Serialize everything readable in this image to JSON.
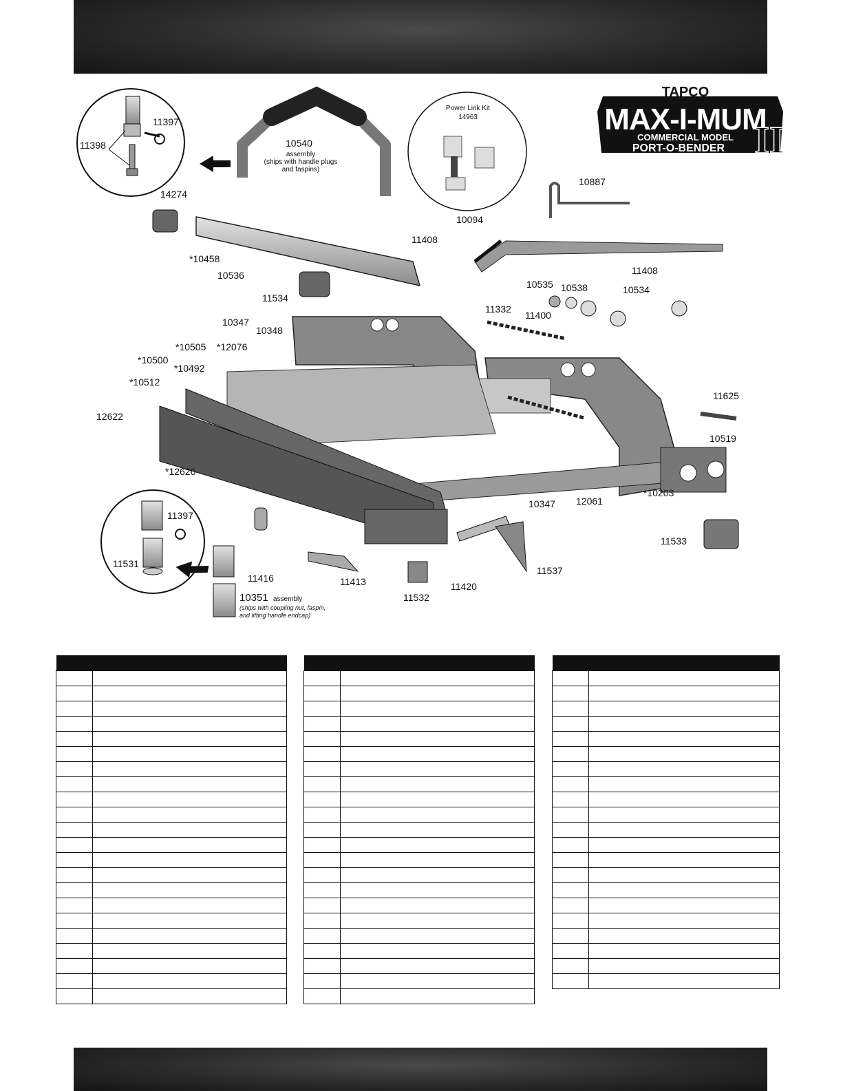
{
  "logo": {
    "brand": "TAPCO",
    "product": "MAX-I-MUM",
    "model": "COMMERCIAL MODEL",
    "name": "PORT-O-BENDER",
    "numeral": "II"
  },
  "power_link_kit": {
    "title": "Power Link Kit",
    "part": "14963"
  },
  "handle_assembly": {
    "part": "10540",
    "line1": "assembly",
    "line2": "(ships with handle plugs",
    "line3": "and faspins)"
  },
  "coupling_assembly": {
    "part": "10351",
    "suffix": "assembly",
    "line1": "(ships with coupling nut, faspin,",
    "line2": "and lifting handle endcap)"
  },
  "callouts": {
    "p11397a": "11397",
    "p11398": "11398",
    "p14274": "14274",
    "p10458": "*10458",
    "p10536": "10536",
    "p11534": "11534",
    "p10887": "10887",
    "p10094": "10094",
    "p11408a": "11408",
    "p11408b": "11408",
    "p10535": "10535",
    "p10538": "10538",
    "p10534": "10534",
    "p11332": "11332",
    "p11400": "11400",
    "p10347a": "10347",
    "p10348": "10348",
    "p10505": "*10505",
    "p12076": "*12076",
    "p10500": "*10500",
    "p10492": "*10492",
    "p10512": "*10512",
    "p12622": "12622",
    "p11625": "11625",
    "p10519": "10519",
    "p12626": "*12626",
    "p10203": "*10203",
    "p10347b": "10347",
    "p12061": "12061",
    "p11397b": "11397",
    "p11531": "11531",
    "p11416": "11416",
    "p11413": "11413",
    "p11532": "11532",
    "p11420": "11420",
    "p11537": "11537",
    "p11533": "11533"
  }
}
